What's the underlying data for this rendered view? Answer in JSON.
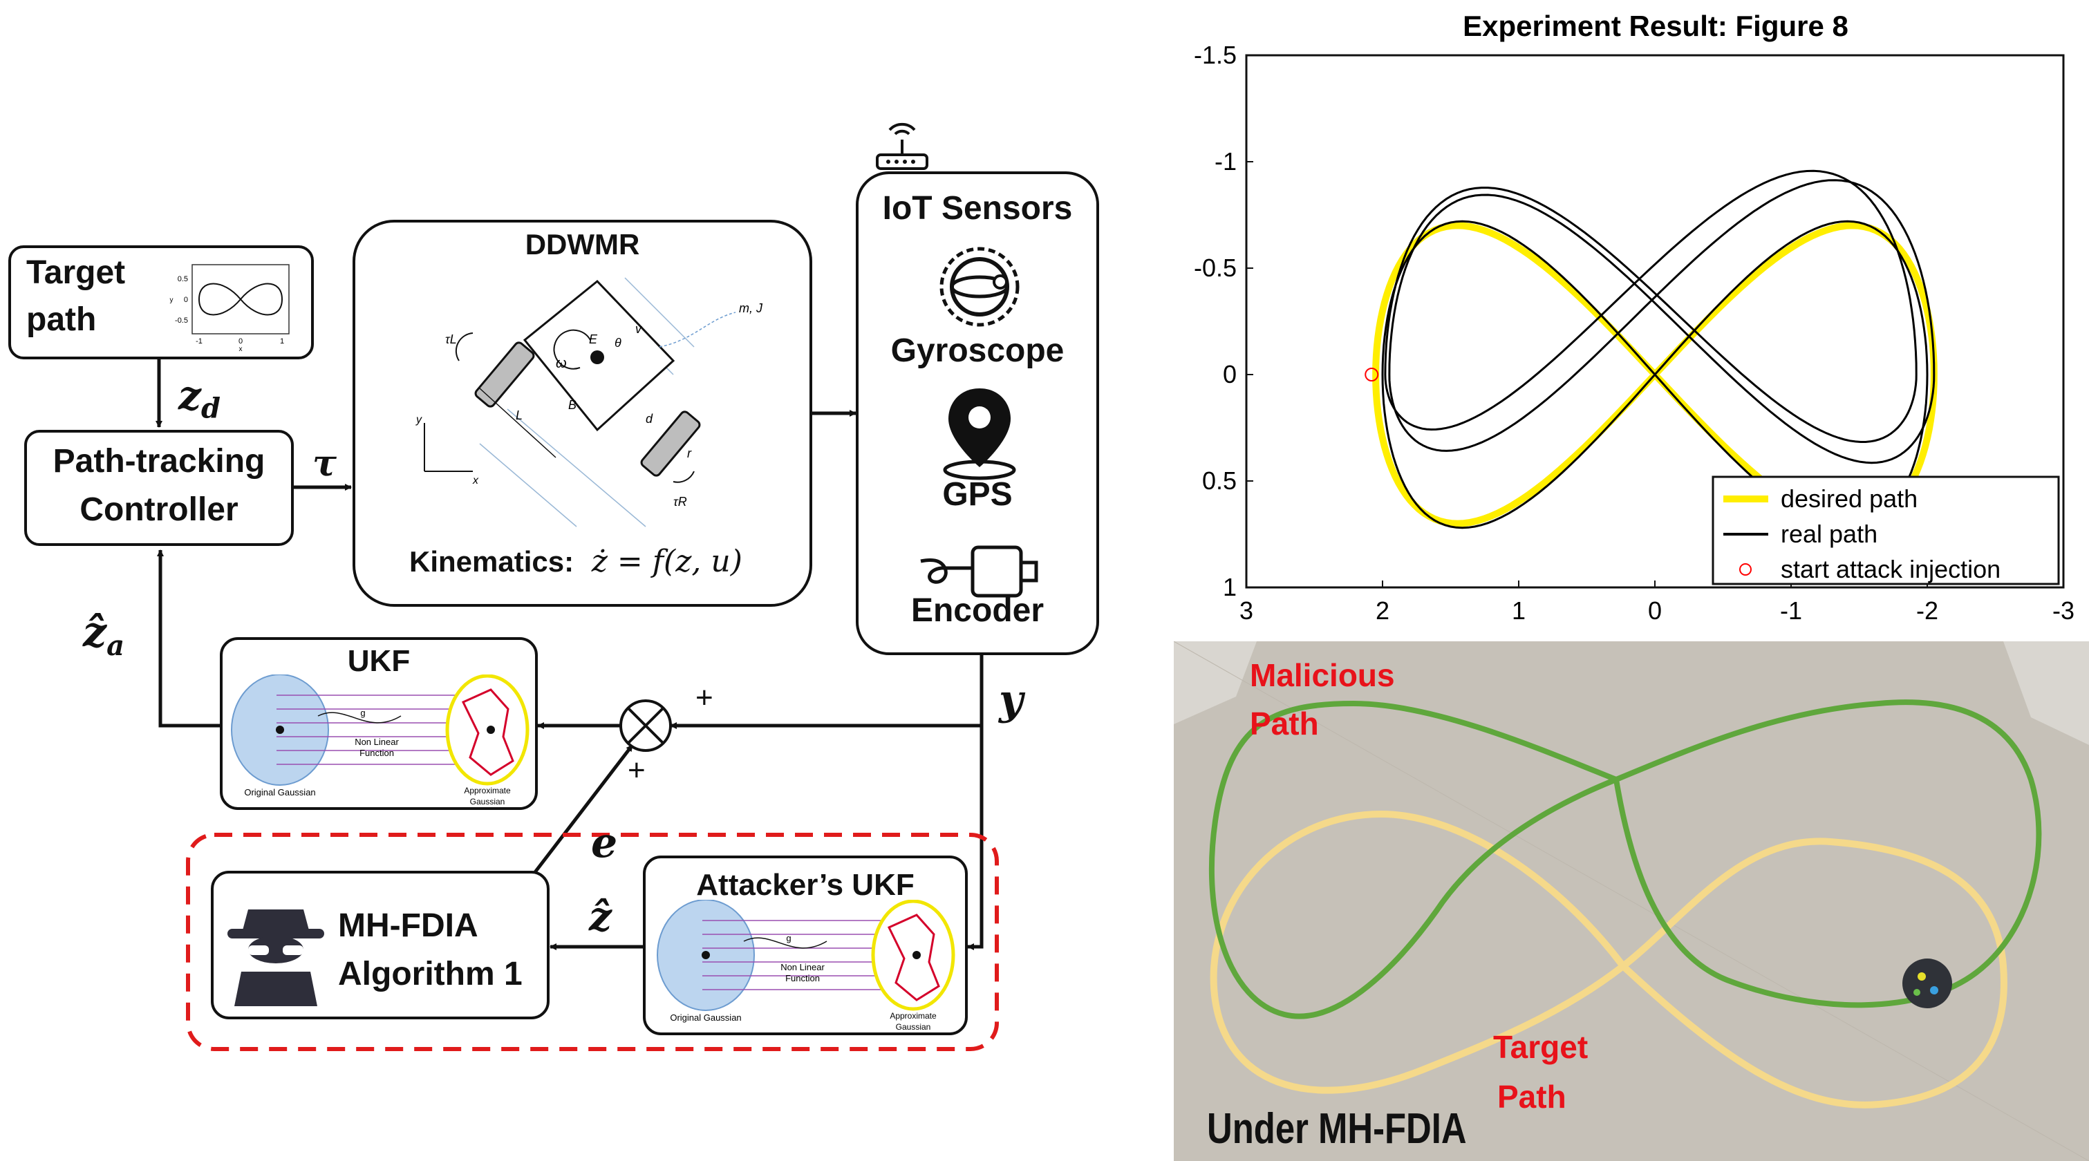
{
  "diagram": {
    "target_path": {
      "label_line1": "Target",
      "label_line2": "path",
      "mini_plot": {
        "yticks": [
          "0.5",
          "0",
          "-0.5"
        ],
        "xticks": [
          "-1",
          "0",
          "1"
        ],
        "xlabel": "x",
        "ylabel": "y"
      }
    },
    "zd": "z",
    "zd_sub": "d",
    "controller": {
      "line1": "Path-tracking",
      "line2": "Controller"
    },
    "tau": "τ",
    "robot": {
      "title": "DDWMR",
      "kinematics_label": "Kinematics:",
      "labels": {
        "tauL": "τL",
        "tauR": "τR",
        "omega": "ω",
        "E": "E",
        "theta": "θ",
        "v": "v",
        "mJ": "m, J",
        "L": "L",
        "B": "B",
        "d": "d",
        "r": "r",
        "y": "y",
        "x": "x"
      }
    },
    "iot": {
      "title": "IoT Sensors",
      "gyro": "Gyroscope",
      "gps": "GPS",
      "encoder": "Encoder"
    },
    "y": "y",
    "za_hat": "ẑ",
    "za_sub": "a",
    "ukf": {
      "title": "UKF",
      "orig": "Original Gaussian",
      "approx1": "Approximate",
      "approx2": "Gaussian",
      "g": "g",
      "nl1": "Non Linear",
      "nl2": "Function"
    },
    "attacker_ukf": {
      "title": "Attacker’s UKF"
    },
    "mhfdia": {
      "line1": "MH-FDIA",
      "line2": "Algorithm 1"
    },
    "z_hat": "ẑ",
    "e": "e",
    "plus": "+",
    "colors": {
      "attack_box": "#e01b1b",
      "ellipse": "#bcd5ef",
      "approx": "#f2e600",
      "approx_outline": "#d4002a"
    }
  },
  "chart_data": {
    "type": "line",
    "title": "Experiment Result: Figure 8",
    "xlim": [
      3,
      -3
    ],
    "ylim": [
      -1.5,
      1
    ],
    "xticks": [
      "3",
      "2",
      "1",
      "0",
      "-1",
      "-2",
      "-3"
    ],
    "yticks": [
      "-1.5",
      "-1",
      "-0.5",
      "0",
      "0.5",
      "1"
    ],
    "xtick_values": [
      3,
      2,
      1,
      0,
      -1,
      -2,
      -3
    ],
    "ytick_values": [
      -1.5,
      -1,
      -0.5,
      0,
      0.5,
      1
    ],
    "legend_position": "bottom-right",
    "series": [
      {
        "name": "desired path",
        "color": "#ffee00",
        "shape": "lemniscate",
        "amplitude_x": 2.05,
        "amplitude_y": 0.7
      },
      {
        "name": "real path",
        "color": "#000000",
        "lap_count": 3
      },
      {
        "name": "start attack injection",
        "color": "#ff0000",
        "marker": "circle",
        "x": 2.08,
        "y": 0.0
      }
    ]
  },
  "photo": {
    "malicious1": "Malicious",
    "malicious2": "Path",
    "target1": "Target",
    "target2": "Path",
    "caption": "Under MH-FDIA",
    "colors": {
      "malicious": "#5fa73c",
      "target": "#f5d98a",
      "label": "#e8121a"
    }
  }
}
